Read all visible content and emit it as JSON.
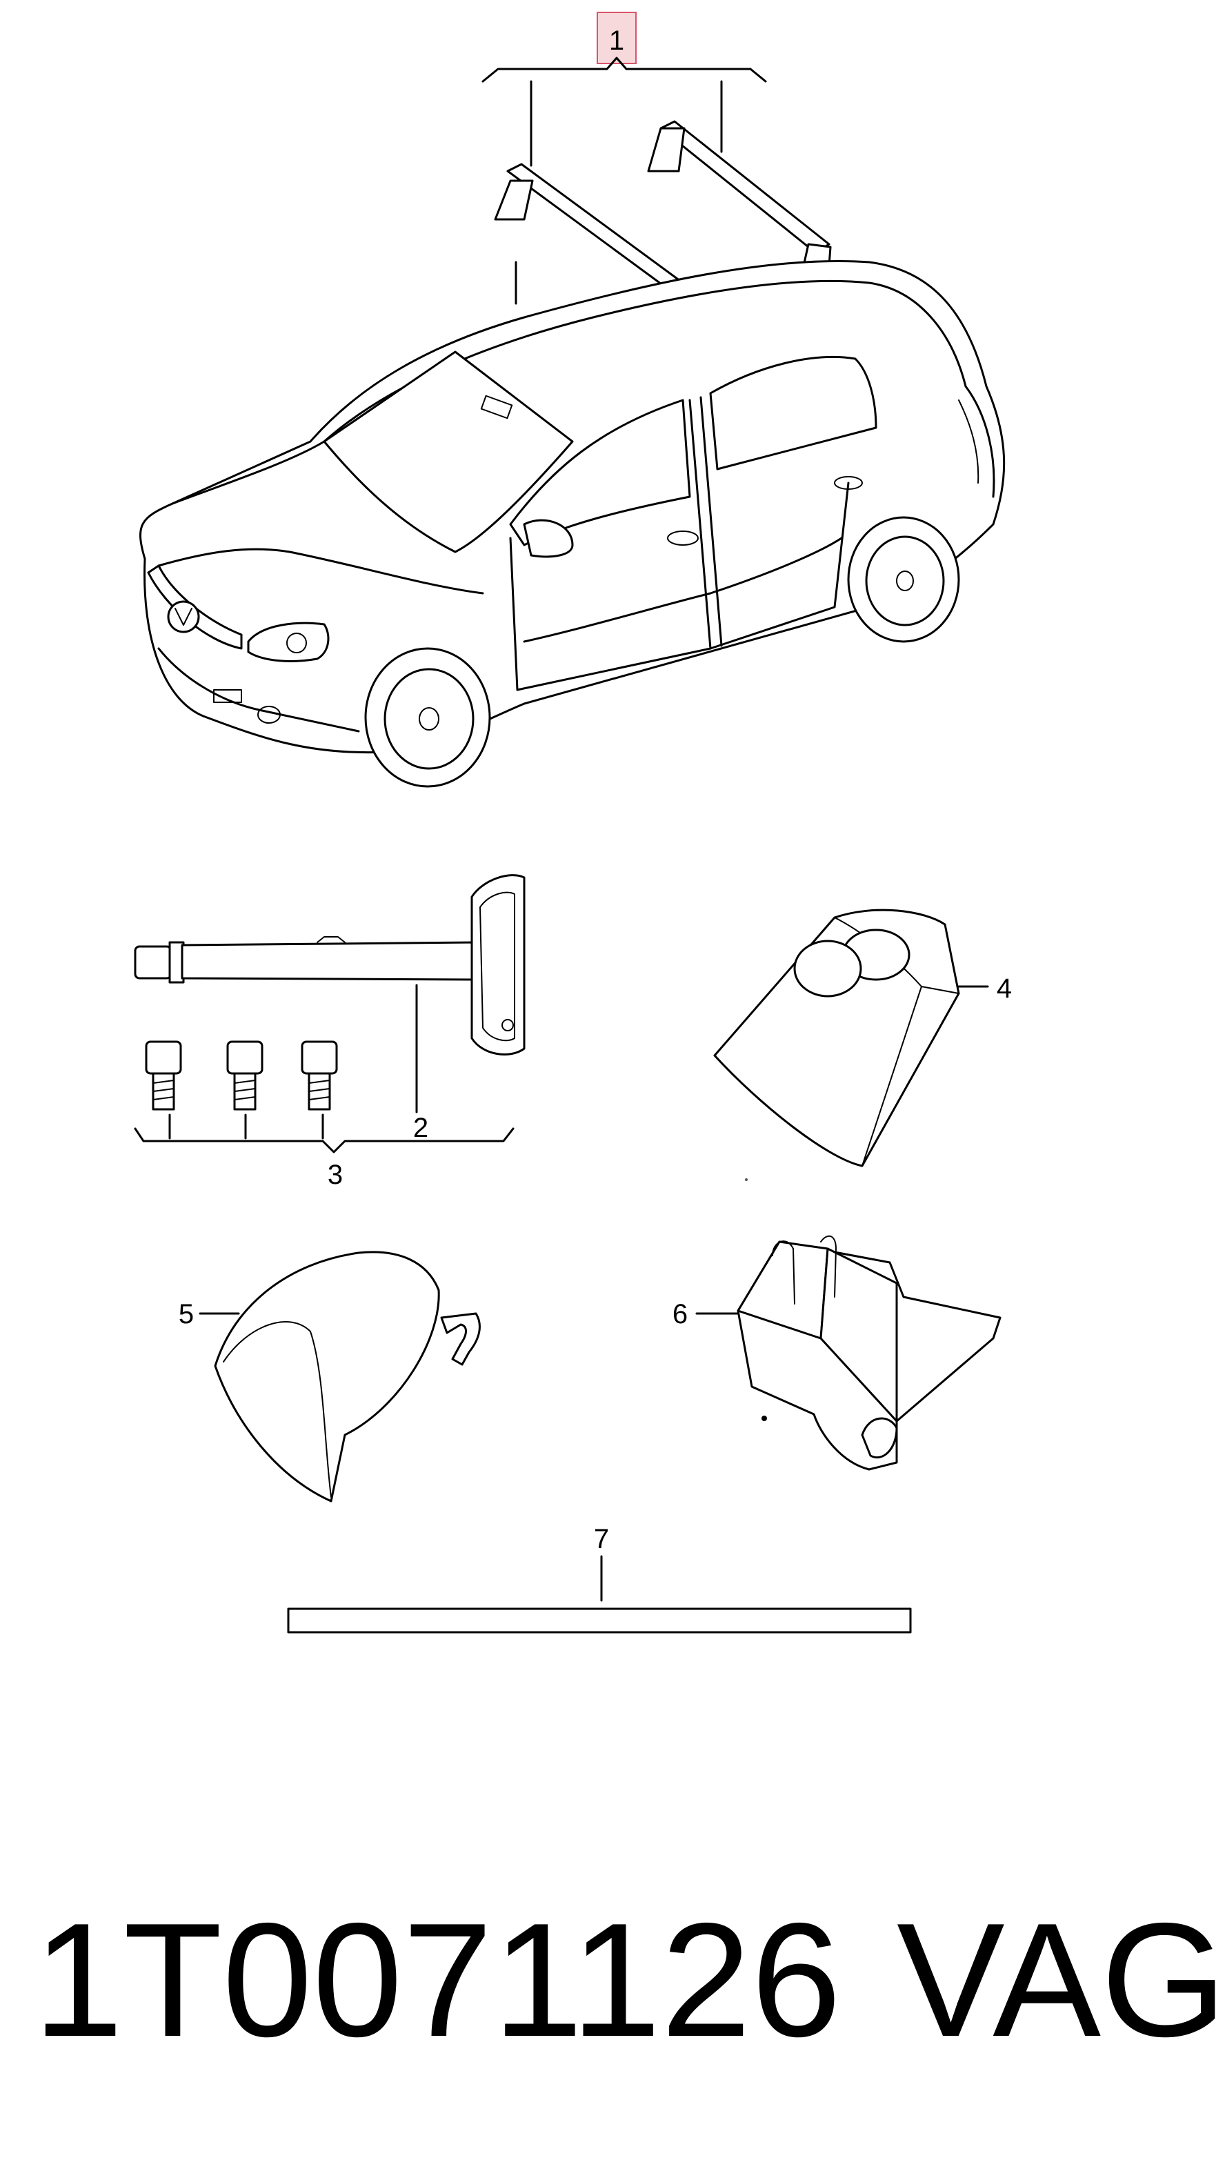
{
  "callouts": {
    "c1": "1",
    "c2": "2",
    "c3": "3",
    "c4": "4",
    "c5": "5",
    "c6": "6",
    "c7": "7"
  },
  "caption": {
    "part_number": "1T0071126",
    "brand": "VAG"
  },
  "colors": {
    "callout_highlight_fill": "#f7d9dc",
    "callout_highlight_stroke": "#d9546a",
    "line": "#000000",
    "background": "#ffffff"
  }
}
